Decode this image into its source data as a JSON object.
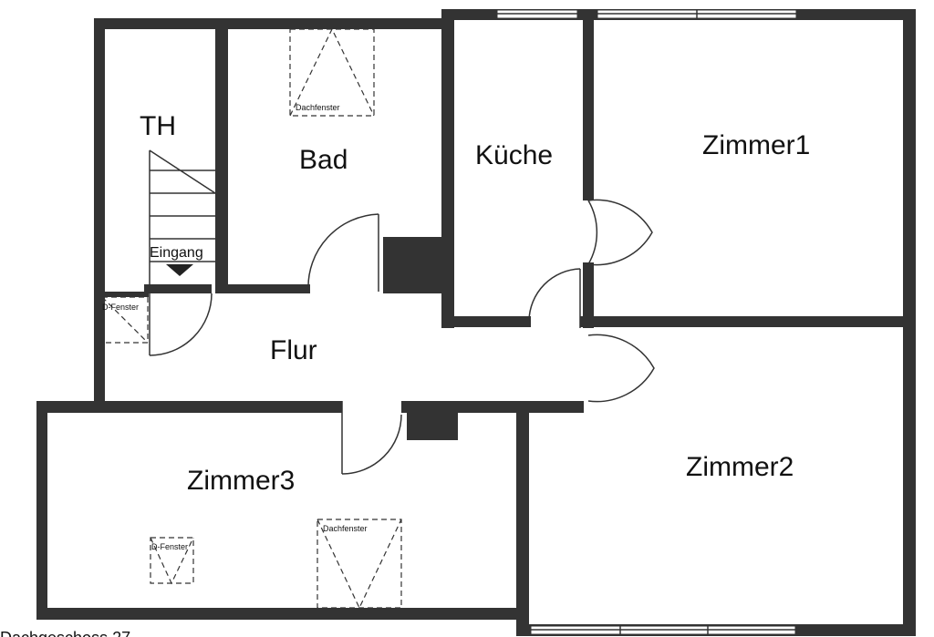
{
  "rooms": {
    "th": "TH",
    "bad": "Bad",
    "kueche": "Küche",
    "zimmer1": "Zimmer1",
    "flur": "Flur",
    "zimmer2": "Zimmer2",
    "zimmer3": "Zimmer3"
  },
  "notes": {
    "eingang": "Eingang",
    "dachfenster": "Dachfenster",
    "d_fenster": "D-Fenster",
    "footer": "Dachgeschoss 27"
  }
}
